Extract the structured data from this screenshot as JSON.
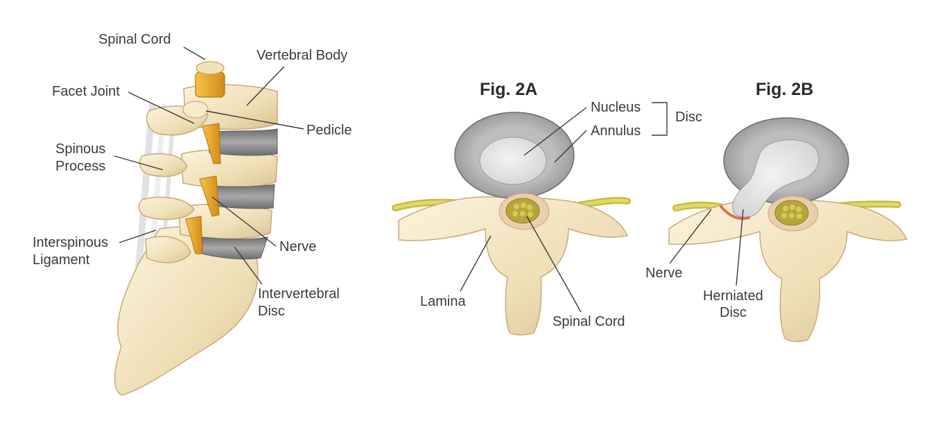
{
  "colors": {
    "bone": "#f1e3bf",
    "bone_shade": "#dcc59a",
    "bone_dark": "#c9ad7c",
    "nerve": "#e9a629",
    "nerve_dark": "#c9861a",
    "disc_gray": "#8d8d8f",
    "disc_light": "#d9d9db",
    "spinal_nerve": "#d8cf48",
    "cord_fill": "#b3a43a",
    "herniation": "#e0543a",
    "label_text": "#3a3a3a"
  },
  "left_diagram": {
    "labels": {
      "spinal_cord": "Spinal Cord",
      "vertebral_body": "Vertebral Body",
      "facet_joint": "Facet Joint",
      "pedicle": "Pedicle",
      "spinous_process_1": "Spinous",
      "spinous_process_2": "Process",
      "interspinous_ligament_1": "Interspinous",
      "interspinous_ligament_2": "Ligament",
      "nerve": "Nerve",
      "intervertebral_disc_1": "Intervertebral",
      "intervertebral_disc_2": "Disc"
    }
  },
  "fig_2a": {
    "title": "Fig. 2A",
    "labels": {
      "nucleus": "Nucleus",
      "annulus": "Annulus",
      "disc": "Disc",
      "lamina": "Lamina",
      "spinal_cord": "Spinal Cord"
    }
  },
  "fig_2b": {
    "title": "Fig. 2B",
    "labels": {
      "nerve": "Nerve",
      "herniated_disc_1": "Herniated",
      "herniated_disc_2": "Disc"
    }
  }
}
